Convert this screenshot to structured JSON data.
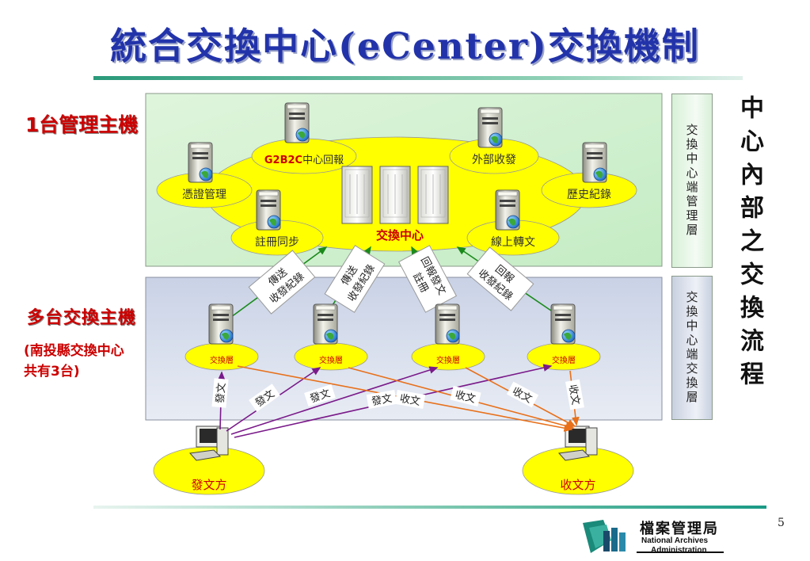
{
  "title": "統合交換中心(eCenter)交換機制",
  "left_labels": {
    "management": "1台管理主機",
    "exchange": "多台交換主機",
    "exchange_note": "(南投縣交換中心\n共有3台)"
  },
  "right_labels": {
    "management_layer": "交換中心端管理層",
    "exchange_layer": "交換中心端交換層",
    "big_label": "中心內部之交換流程"
  },
  "management_nodes": {
    "center": "交換中心",
    "cert": "憑證管理",
    "g2b2c": "G2B2C",
    "g2b2c_suffix": "中心回報",
    "external": "外部收發",
    "history": "歷史紀錄",
    "register": "註冊同步",
    "online": "線上轉文"
  },
  "arrow_labels": {
    "a1": [
      "傳送",
      "收發紀錄"
    ],
    "a2": [
      "傳送",
      "收發紀錄"
    ],
    "a3": [
      "回報發文",
      "註冊"
    ],
    "a4": [
      "回報",
      "收發紀錄"
    ]
  },
  "exchange_nodes": [
    "交換層",
    "交換層",
    "交換層",
    "交換層"
  ],
  "flow_labels": {
    "send": "發文",
    "receive": "收文"
  },
  "endpoints": {
    "sender": "發文方",
    "receiver": "收文方"
  },
  "logo": {
    "name_zh": "檔案管理局",
    "name_en_line1": "National Archives",
    "name_en_line2": "Administration"
  },
  "page_number": "5",
  "colors": {
    "title": "#2233aa",
    "red_label": "#cc0000",
    "ellipse_fill": "#ffff00",
    "send_arrow": "#7a1a8a",
    "receive_arrow": "#e8701a",
    "up_arrow": "#1a8a1a"
  }
}
